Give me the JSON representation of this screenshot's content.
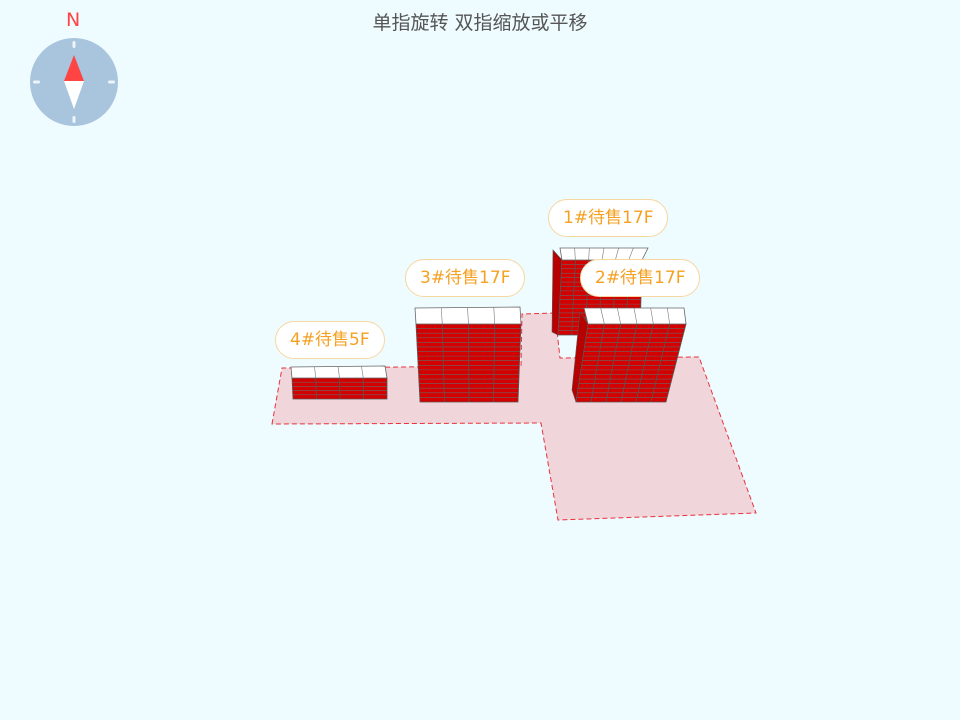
{
  "hint": "单指旋转 双指缩放或平移",
  "compass": {
    "north_label": "N",
    "icon": "compass-icon"
  },
  "colors": {
    "background": "#eefbff",
    "site_fill": "#f0d6da",
    "site_border": "#e8323c",
    "building_red": "#d40000",
    "label_text": "#f5a020"
  },
  "buildings": [
    {
      "id": "1",
      "label": "1#待售17F",
      "floors": 17
    },
    {
      "id": "2",
      "label": "2#待售17F",
      "floors": 17
    },
    {
      "id": "3",
      "label": "3#待售17F",
      "floors": 17
    },
    {
      "id": "4",
      "label": "4#待售5F",
      "floors": 5
    }
  ]
}
